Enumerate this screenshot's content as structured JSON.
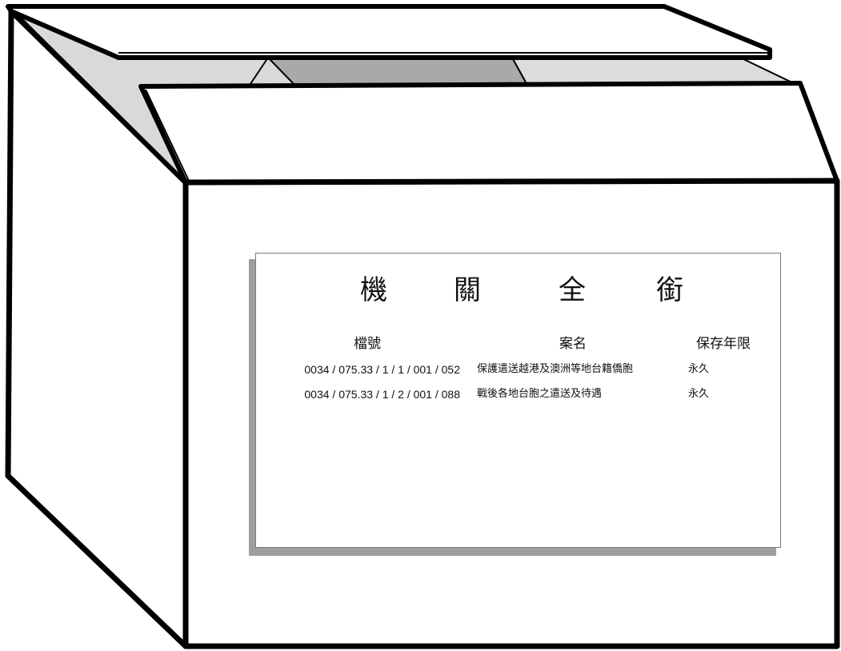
{
  "label": {
    "title_chars": [
      "機",
      "關",
      "全",
      "銜"
    ],
    "headers": {
      "file_number": "檔號",
      "case_name": "案名",
      "retention": "保存年限"
    },
    "records": [
      {
        "file_number": "0034 / 075.33 / 1 / 1 / 001 / 052",
        "case_name": "保護遣送越港及澳洲等地台籍僑胞",
        "retention": "永久"
      },
      {
        "file_number": "0034 / 075.33 / 1 / 2 / 001 / 088",
        "case_name": "戰後各地台胞之遣送及待遇",
        "retention": "永久"
      }
    ]
  },
  "colors": {
    "outline": "#000000",
    "box_face": "#ffffff",
    "inner_flap": "#d9d9d9",
    "inner_shadow": "#a9a9a9",
    "label_shadow": "#9e9e9e"
  }
}
